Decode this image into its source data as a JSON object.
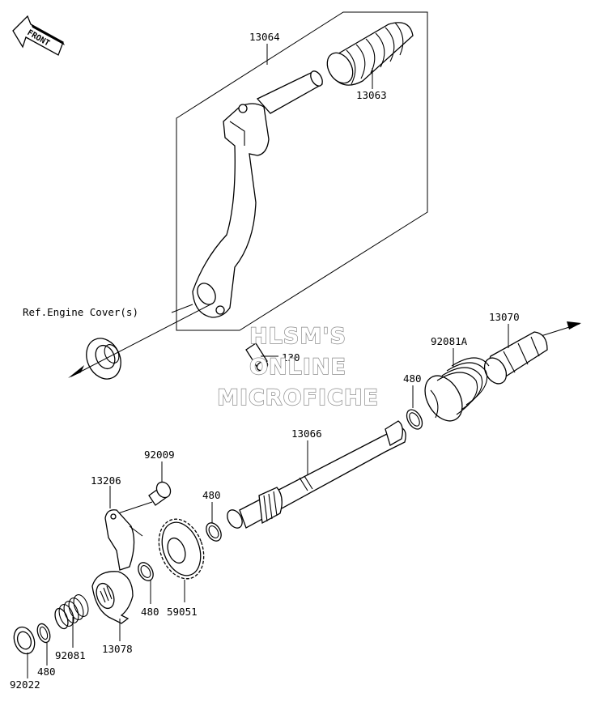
{
  "front_label": "FRONT",
  "reference_label": "Ref.Engine Cover(s)",
  "watermark": {
    "line1": "HLSM'S",
    "line2": "ONLINE",
    "line3": "MICROFICHE"
  },
  "parts": {
    "p13064": "13064",
    "p13063": "13063",
    "p130": "130",
    "p13070": "13070",
    "p92081A": "92081A",
    "p480_top": "480",
    "p13066": "13066",
    "p92009": "92009",
    "p13206": "13206",
    "p480_mid": "480",
    "p480_low": "480",
    "p59051": "59051",
    "p13078": "13078",
    "p92081": "92081",
    "p480_bottom": "480",
    "p92022": "92022"
  }
}
